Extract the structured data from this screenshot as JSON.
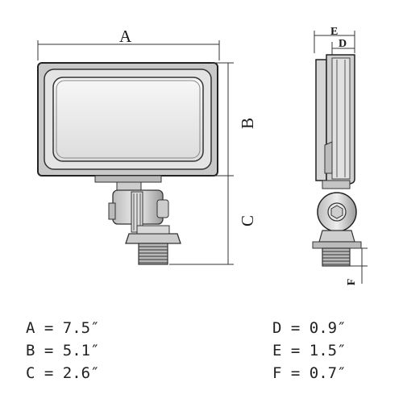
{
  "dimension_labels": {
    "a": "A",
    "b": "B",
    "c": "C",
    "d": "D",
    "e": "E",
    "f": "F"
  },
  "specs_left": [
    "A = 7.5″",
    "B = 5.1″",
    "C = 2.6″"
  ],
  "specs_right": [
    "D = 0.9″",
    "E = 1.5″",
    "F = 0.7″"
  ]
}
